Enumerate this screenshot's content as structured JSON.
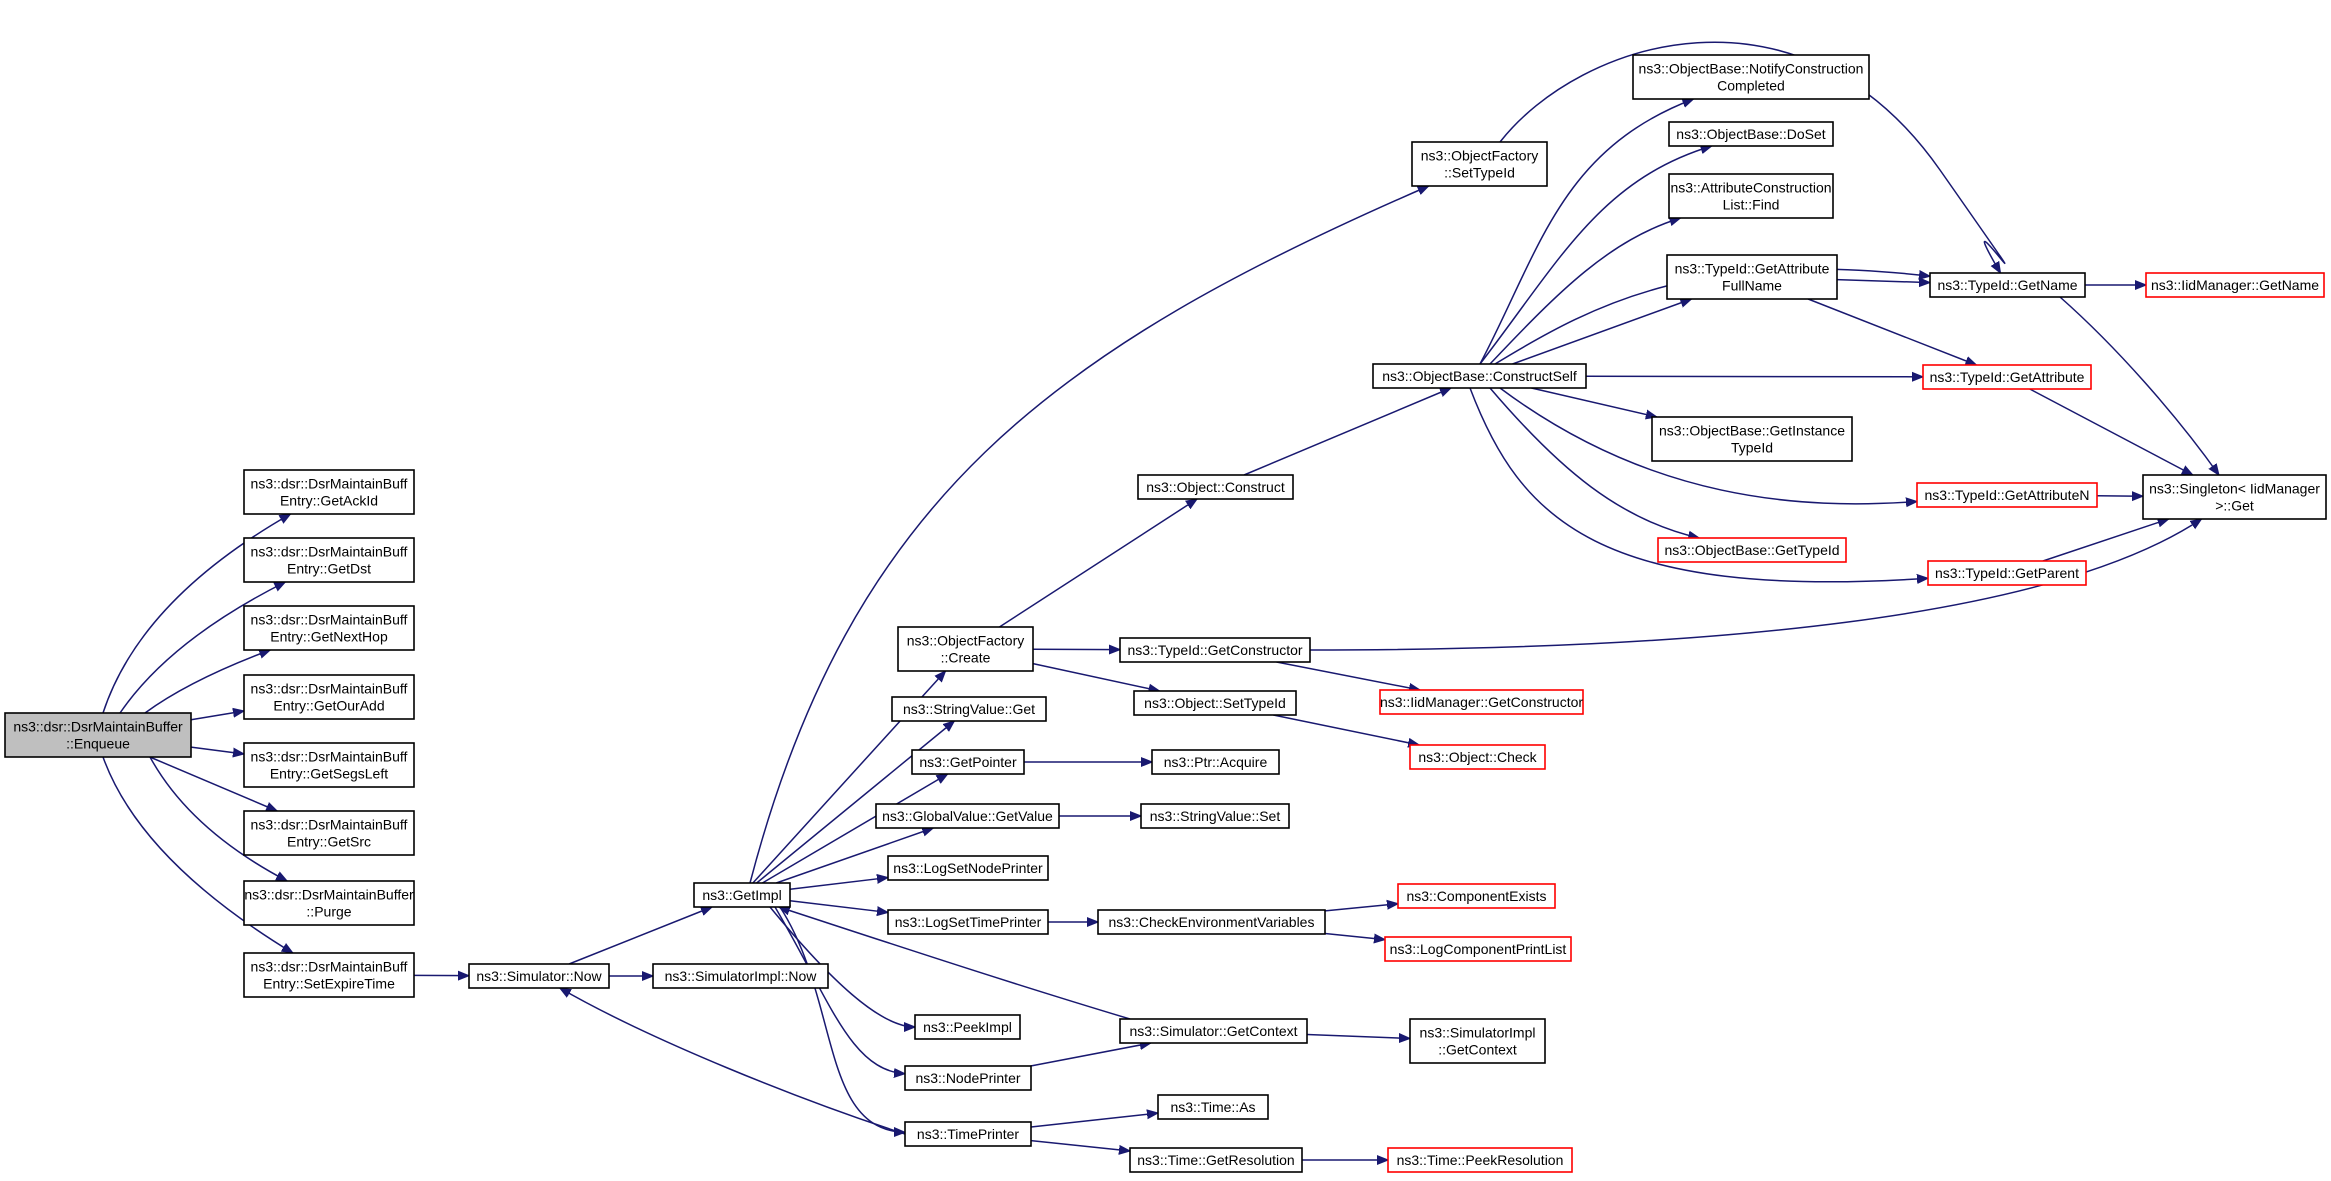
{
  "colors": {
    "edge": "#191970",
    "node_border": "#000000",
    "external_node_border": "#ff0000",
    "root_fill": "#bfbfbf",
    "background": "#ffffff"
  },
  "nodes": [
    {
      "id": "enqueue",
      "lines": [
        "ns3::dsr::DsrMaintainBuffer",
        "::Enqueue"
      ],
      "kind": "root"
    },
    {
      "id": "getackid",
      "lines": [
        "ns3::dsr::DsrMaintainBuff",
        "Entry::GetAckId"
      ],
      "kind": "normal"
    },
    {
      "id": "getdst",
      "lines": [
        "ns3::dsr::DsrMaintainBuff",
        "Entry::GetDst"
      ],
      "kind": "normal"
    },
    {
      "id": "getnexthop",
      "lines": [
        "ns3::dsr::DsrMaintainBuff",
        "Entry::GetNextHop"
      ],
      "kind": "normal"
    },
    {
      "id": "getouradd",
      "lines": [
        "ns3::dsr::DsrMaintainBuff",
        "Entry::GetOurAdd"
      ],
      "kind": "normal"
    },
    {
      "id": "getsegsleft",
      "lines": [
        "ns3::dsr::DsrMaintainBuff",
        "Entry::GetSegsLeft"
      ],
      "kind": "normal"
    },
    {
      "id": "getsrc",
      "lines": [
        "ns3::dsr::DsrMaintainBuff",
        "Entry::GetSrc"
      ],
      "kind": "normal"
    },
    {
      "id": "purge",
      "lines": [
        "ns3::dsr::DsrMaintainBuffer",
        "::Purge"
      ],
      "kind": "normal"
    },
    {
      "id": "setexpire",
      "lines": [
        "ns3::dsr::DsrMaintainBuff",
        "Entry::SetExpireTime"
      ],
      "kind": "normal"
    },
    {
      "id": "simnow",
      "lines": [
        "ns3::Simulator::Now"
      ],
      "kind": "normal"
    },
    {
      "id": "simimplnow",
      "lines": [
        "ns3::SimulatorImpl::Now"
      ],
      "kind": "normal"
    },
    {
      "id": "getimpl",
      "lines": [
        "ns3::GetImpl"
      ],
      "kind": "normal"
    },
    {
      "id": "ofsettypeid",
      "lines": [
        "ns3::ObjectFactory",
        "::SetTypeId"
      ],
      "kind": "normal"
    },
    {
      "id": "ofcreate",
      "lines": [
        "ns3::ObjectFactory",
        "::Create"
      ],
      "kind": "normal"
    },
    {
      "id": "stringget",
      "lines": [
        "ns3::StringValue::Get"
      ],
      "kind": "normal"
    },
    {
      "id": "getpointer",
      "lines": [
        "ns3::GetPointer"
      ],
      "kind": "normal"
    },
    {
      "id": "gvgetvalue",
      "lines": [
        "ns3::GlobalValue::GetValue"
      ],
      "kind": "normal"
    },
    {
      "id": "logsetnode",
      "lines": [
        "ns3::LogSetNodePrinter"
      ],
      "kind": "normal"
    },
    {
      "id": "logsettime",
      "lines": [
        "ns3::LogSetTimePrinter"
      ],
      "kind": "normal"
    },
    {
      "id": "peekimpl",
      "lines": [
        "ns3::PeekImpl"
      ],
      "kind": "normal"
    },
    {
      "id": "nodeprinter",
      "lines": [
        "ns3::NodePrinter"
      ],
      "kind": "normal"
    },
    {
      "id": "timeprinter",
      "lines": [
        "ns3::TimePrinter"
      ],
      "kind": "normal"
    },
    {
      "id": "objconstruct",
      "lines": [
        "ns3::Object::Construct"
      ],
      "kind": "normal"
    },
    {
      "id": "tidgetctor",
      "lines": [
        "ns3::TypeId::GetConstructor"
      ],
      "kind": "normal"
    },
    {
      "id": "objsettypeid",
      "lines": [
        "ns3::Object::SetTypeId"
      ],
      "kind": "normal"
    },
    {
      "id": "ptracquire",
      "lines": [
        "ns3::Ptr::Acquire"
      ],
      "kind": "normal"
    },
    {
      "id": "stringset",
      "lines": [
        "ns3::StringValue::Set"
      ],
      "kind": "normal"
    },
    {
      "id": "checkenv",
      "lines": [
        "ns3::CheckEnvironmentVariables"
      ],
      "kind": "normal"
    },
    {
      "id": "simgetctx",
      "lines": [
        "ns3::Simulator::GetContext"
      ],
      "kind": "normal"
    },
    {
      "id": "timeas",
      "lines": [
        "ns3::Time::As"
      ],
      "kind": "normal"
    },
    {
      "id": "timegetres",
      "lines": [
        "ns3::Time::GetResolution"
      ],
      "kind": "normal"
    },
    {
      "id": "obconstructself",
      "lines": [
        "ns3::ObjectBase::ConstructSelf"
      ],
      "kind": "normal"
    },
    {
      "id": "iidgetctor",
      "lines": [
        "ns3::IidManager::GetConstructor"
      ],
      "kind": "external"
    },
    {
      "id": "objcheck",
      "lines": [
        "ns3::Object::Check"
      ],
      "kind": "external"
    },
    {
      "id": "compexists",
      "lines": [
        "ns3::ComponentExists"
      ],
      "kind": "external"
    },
    {
      "id": "logcompprint",
      "lines": [
        "ns3::LogComponentPrintList"
      ],
      "kind": "external"
    },
    {
      "id": "simimplgetctx",
      "lines": [
        "ns3::SimulatorImpl",
        "::GetContext"
      ],
      "kind": "normal"
    },
    {
      "id": "timepeekres",
      "lines": [
        "ns3::Time::PeekResolution"
      ],
      "kind": "external"
    },
    {
      "id": "obnotify",
      "lines": [
        "ns3::ObjectBase::NotifyConstruction",
        "Completed"
      ],
      "kind": "normal"
    },
    {
      "id": "obdoset",
      "lines": [
        "ns3::ObjectBase::DoSet"
      ],
      "kind": "normal"
    },
    {
      "id": "aclfind",
      "lines": [
        "ns3::AttributeConstruction",
        "List::Find"
      ],
      "kind": "normal"
    },
    {
      "id": "tidgetattrfull",
      "lines": [
        "ns3::TypeId::GetAttribute",
        "FullName"
      ],
      "kind": "normal"
    },
    {
      "id": "obgetinst",
      "lines": [
        "ns3::ObjectBase::GetInstance",
        "TypeId"
      ],
      "kind": "normal"
    },
    {
      "id": "obgettypeid",
      "lines": [
        "ns3::ObjectBase::GetTypeId"
      ],
      "kind": "external"
    },
    {
      "id": "tidgetname",
      "lines": [
        "ns3::TypeId::GetName"
      ],
      "kind": "normal"
    },
    {
      "id": "tidgetattr",
      "lines": [
        "ns3::TypeId::GetAttribute"
      ],
      "kind": "external"
    },
    {
      "id": "tidgetattrn",
      "lines": [
        "ns3::TypeId::GetAttributeN"
      ],
      "kind": "external"
    },
    {
      "id": "tidgetparent",
      "lines": [
        "ns3::TypeId::GetParent"
      ],
      "kind": "external"
    },
    {
      "id": "iidgetname",
      "lines": [
        "ns3::IidManager::GetName"
      ],
      "kind": "external"
    },
    {
      "id": "singletonget",
      "lines": [
        "ns3::Singleton< IidManager",
        " >::Get"
      ],
      "kind": "normal"
    }
  ],
  "edges": [
    [
      "enqueue",
      "getackid"
    ],
    [
      "enqueue",
      "getdst"
    ],
    [
      "enqueue",
      "getnexthop"
    ],
    [
      "enqueue",
      "getouradd"
    ],
    [
      "enqueue",
      "getsegsleft"
    ],
    [
      "enqueue",
      "getsrc"
    ],
    [
      "enqueue",
      "purge"
    ],
    [
      "enqueue",
      "setexpire"
    ],
    [
      "setexpire",
      "simnow"
    ],
    [
      "simnow",
      "getimpl"
    ],
    [
      "simnow",
      "simimplnow"
    ],
    [
      "getimpl",
      "ofsettypeid"
    ],
    [
      "getimpl",
      "ofcreate"
    ],
    [
      "getimpl",
      "stringget"
    ],
    [
      "getimpl",
      "getpointer"
    ],
    [
      "getimpl",
      "gvgetvalue"
    ],
    [
      "getimpl",
      "logsetnode"
    ],
    [
      "getimpl",
      "logsettime"
    ],
    [
      "getimpl",
      "peekimpl"
    ],
    [
      "getimpl",
      "nodeprinter"
    ],
    [
      "getimpl",
      "timeprinter"
    ],
    [
      "simgetctx",
      "getimpl"
    ],
    [
      "timeprinter",
      "simnow"
    ],
    [
      "ofcreate",
      "objconstruct"
    ],
    [
      "ofcreate",
      "tidgetctor"
    ],
    [
      "ofcreate",
      "objsettypeid"
    ],
    [
      "getpointer",
      "ptracquire"
    ],
    [
      "gvgetvalue",
      "stringset"
    ],
    [
      "logsettime",
      "checkenv"
    ],
    [
      "nodeprinter",
      "simgetctx"
    ],
    [
      "timeprinter",
      "timeas"
    ],
    [
      "timeprinter",
      "timegetres"
    ],
    [
      "objconstruct",
      "obconstructself"
    ],
    [
      "tidgetctor",
      "iidgetctor"
    ],
    [
      "tidgetctor",
      "singletonget"
    ],
    [
      "objsettypeid",
      "objcheck"
    ],
    [
      "checkenv",
      "compexists"
    ],
    [
      "checkenv",
      "logcompprint"
    ],
    [
      "simgetctx",
      "simimplgetctx"
    ],
    [
      "timegetres",
      "timepeekres"
    ],
    [
      "ofsettypeid",
      "tidgetname"
    ],
    [
      "obconstructself",
      "obnotify"
    ],
    [
      "obconstructself",
      "obdoset"
    ],
    [
      "obconstructself",
      "aclfind"
    ],
    [
      "obconstructself",
      "tidgetname"
    ],
    [
      "obconstructself",
      "tidgetattrfull"
    ],
    [
      "obconstructself",
      "tidgetattr"
    ],
    [
      "obconstructself",
      "obgetinst"
    ],
    [
      "obconstructself",
      "tidgetattrn"
    ],
    [
      "obconstructself",
      "obgettypeid"
    ],
    [
      "obconstructself",
      "tidgetparent"
    ],
    [
      "tidgetattrfull",
      "tidgetname"
    ],
    [
      "tidgetattrfull",
      "tidgetattr"
    ],
    [
      "tidgetname",
      "iidgetname"
    ],
    [
      "tidgetname",
      "singletonget"
    ],
    [
      "tidgetattr",
      "singletonget"
    ],
    [
      "tidgetattrn",
      "singletonget"
    ],
    [
      "tidgetparent",
      "singletonget"
    ]
  ]
}
